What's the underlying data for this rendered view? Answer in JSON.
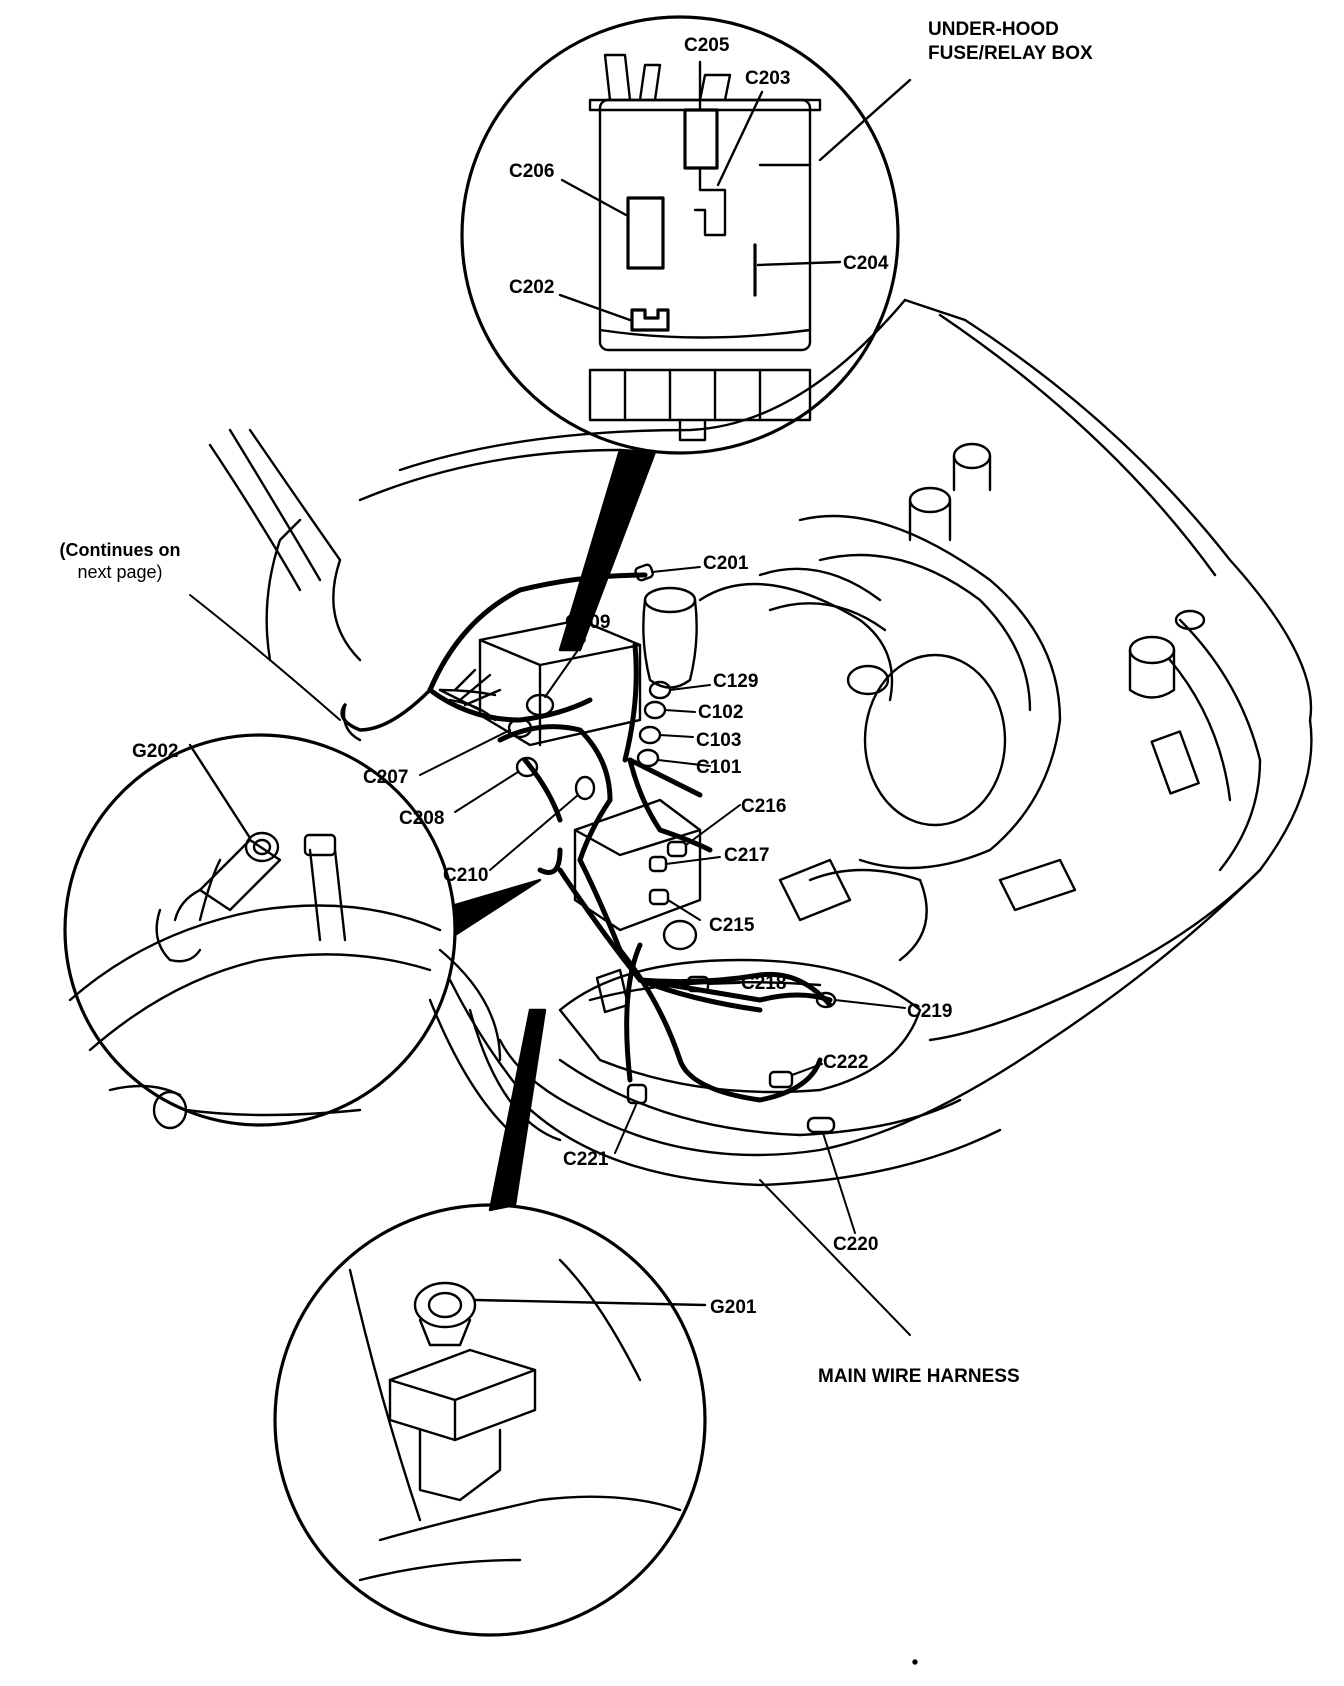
{
  "labels": {
    "under_hood_line1": "UNDER-HOOD",
    "under_hood_line2": "FUSE/RELAY BOX",
    "c205": "C205",
    "c203": "C203",
    "c206": "C206",
    "c204": "C204",
    "c202": "C202",
    "c201": "C201",
    "c209": "C209",
    "c129": "C129",
    "c102": "C102",
    "c103": "C103",
    "c101": "C101",
    "c207": "C207",
    "c208": "C208",
    "c210": "C210",
    "c216": "C216",
    "c217": "C217",
    "c215": "C215",
    "c218": "C218",
    "c219": "C219",
    "c222": "C222",
    "c221": "C221",
    "c220": "C220",
    "g202": "G202",
    "g201": "G201",
    "main_wire_harness": "MAIN WIRE HARNESS",
    "continues_line1": "(Continues on",
    "continues_line2": "next page)"
  }
}
